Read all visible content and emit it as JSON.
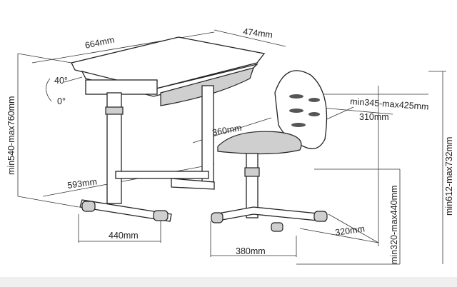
{
  "dimensions": {
    "desk_width": "664mm",
    "desk_depth": "474mm",
    "tilt_max": "40°",
    "tilt_min": "0°",
    "desk_height": "min540-max760mm",
    "backrest_height": "min345-max425mm",
    "backrest_width": "310mm",
    "seat_width": "360mm",
    "desk_base_depth": "593mm",
    "seat_height": "min320-max440mm",
    "chair_total_height": "min612-max732mm",
    "desk_base_width": "440mm",
    "chair_base_width": "380mm",
    "chair_base_depth": "320mm"
  }
}
